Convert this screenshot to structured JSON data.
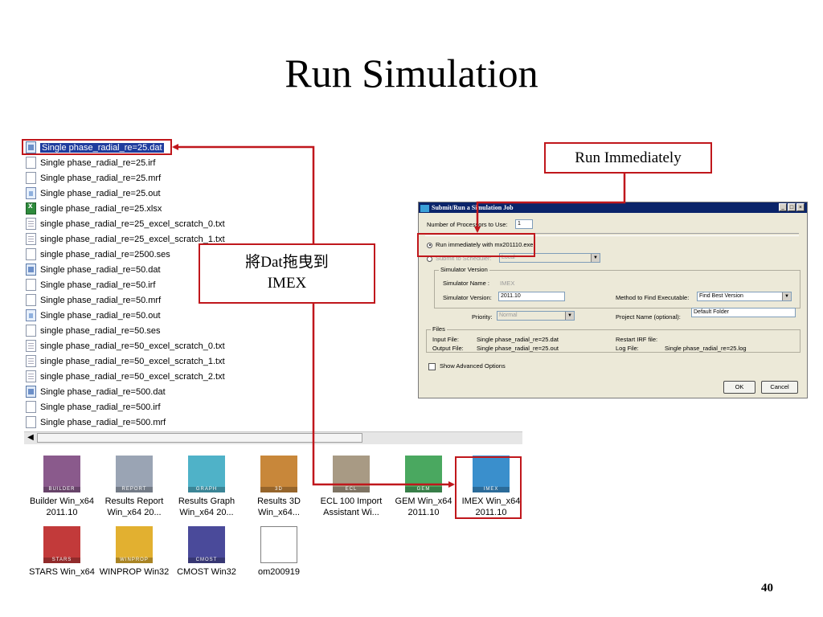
{
  "slide": {
    "title": "Run Simulation",
    "page_number": "40"
  },
  "colors": {
    "callout_red": "#c0171c",
    "selection_blue": "#1f3c9e",
    "dialog_title": "#0a246a",
    "dialog_face": "#ece9d8"
  },
  "file_list": [
    {
      "name": "Single phase_radial_re=25.dat",
      "icon": "dat-file-icon",
      "selected": true
    },
    {
      "name": "Single phase_radial_re=25.irf",
      "icon": "blank-file-icon"
    },
    {
      "name": "Single phase_radial_re=25.mrf",
      "icon": "blank-file-icon"
    },
    {
      "name": "Single phase_radial_re=25.out",
      "icon": "out-file-icon"
    },
    {
      "name": "single phase_radial_re=25.xlsx",
      "icon": "excel-file-icon"
    },
    {
      "name": "single phase_radial_re=25_excel_scratch_0.txt",
      "icon": "text-file-icon"
    },
    {
      "name": "single phase_radial_re=25_excel_scratch_1.txt",
      "icon": "text-file-icon"
    },
    {
      "name": "single phase_radial_re=2500.ses",
      "icon": "blank-file-icon"
    },
    {
      "name": "Single phase_radial_re=50.dat",
      "icon": "dat-file-icon"
    },
    {
      "name": "Single phase_radial_re=50.irf",
      "icon": "blank-file-icon"
    },
    {
      "name": "Single phase_radial_re=50.mrf",
      "icon": "blank-file-icon"
    },
    {
      "name": "Single phase_radial_re=50.out",
      "icon": "out-file-icon"
    },
    {
      "name": "single phase_radial_re=50.ses",
      "icon": "blank-file-icon"
    },
    {
      "name": "single phase_radial_re=50_excel_scratch_0.txt",
      "icon": "text-file-icon"
    },
    {
      "name": "single phase_radial_re=50_excel_scratch_1.txt",
      "icon": "text-file-icon"
    },
    {
      "name": "single phase_radial_re=50_excel_scratch_2.txt",
      "icon": "text-file-icon"
    },
    {
      "name": "Single phase_radial_re=500.dat",
      "icon": "dat-file-icon"
    },
    {
      "name": "Single phase_radial_re=500.irf",
      "icon": "blank-file-icon"
    },
    {
      "name": "Single phase_radial_re=500.mrf",
      "icon": "blank-file-icon"
    }
  ],
  "programs": [
    {
      "line1": "Builder Win_x64",
      "line2": "2011.10",
      "tag": "BUILDER",
      "color": "#8a5a8c",
      "icon": "builder-hammer-icon"
    },
    {
      "line1": "Results Report",
      "line2": "Win_x64 20...",
      "tag": "REPORT",
      "color": "#9aa4b4",
      "icon": "report-document-icon"
    },
    {
      "line1": "Results Graph",
      "line2": "Win_x64 20...",
      "tag": "GRAPH",
      "color": "#4fb2c8",
      "icon": "graph-chart-icon"
    },
    {
      "line1": "Results 3D",
      "line2": "Win_x64...",
      "tag": "3D",
      "color": "#c8873a",
      "icon": "cube-3d-icon"
    },
    {
      "line1": "ECL 100 Import",
      "line2": "Assistant Wi...",
      "tag": "ECL",
      "color": "#a89a84",
      "icon": "import-assistant-icon"
    },
    {
      "line1": "GEM Win_x64",
      "line2": "2011.10",
      "tag": "GEM",
      "color": "#4aa860",
      "icon": "gem-leaf-icon"
    },
    {
      "line1": "IMEX Win_x64",
      "line2": "2011.10",
      "tag": "IMEX",
      "color": "#3a8fcc",
      "icon": "imex-drop-icon"
    },
    {
      "line1": "STARS Win_x64",
      "line2": "",
      "tag": "STARS",
      "color": "#c23a3a",
      "icon": "stars-flame-icon"
    },
    {
      "line1": "WINPROP Win32",
      "line2": "",
      "tag": "WINPROP",
      "color": "#e2b030",
      "icon": "winprop-icon"
    },
    {
      "line1": "CMOST Win32",
      "line2": "",
      "tag": "CMOST",
      "color": "#4a4a9a",
      "icon": "cmost-gear-icon"
    },
    {
      "line1": "om200919",
      "line2": "",
      "tag": "",
      "color": "#ffffff",
      "icon": "window-app-icon"
    }
  ],
  "dialog": {
    "title": "Submit/Run a Simulation Job",
    "processors_label": "Number of Processors to Use:",
    "processors_value": "1",
    "run_immediately_label": "Run immediately with mx201110.exe",
    "submit_scheduler_label": "Submit to Scheduler:",
    "scheduler_value": "Local",
    "version_group_title": "Simulator Version",
    "simulator_name_label": "Simulator Name :",
    "simulator_name_value": "IMEX",
    "simulator_version_label": "Simulator Version:",
    "simulator_version_value": "2011.10",
    "method_label": "Method to Find Executable:",
    "method_value": "Find Best Version",
    "priority_label": "Priority:",
    "priority_value": "Normal",
    "project_label": "Project Name (optional):",
    "project_value": "Default Folder",
    "files_group_title": "Files",
    "input_file_label": "Input File:",
    "input_file_value": "Single phase_radial_re=25.dat",
    "output_file_label": "Output File:",
    "output_file_value": "Single phase_radial_re=25.out",
    "restart_label": "Restart IRF file:",
    "log_file_label": "Log File:",
    "log_file_value": "Single phase_radial_re=25.log",
    "advanced_label": "Show Advanced Options",
    "ok_label": "OK",
    "cancel_label": "Cancel"
  },
  "callouts": {
    "run_immediately": "Run Immediately",
    "drag_line1": "將Dat拖曳到",
    "drag_line2": "IMEX"
  }
}
